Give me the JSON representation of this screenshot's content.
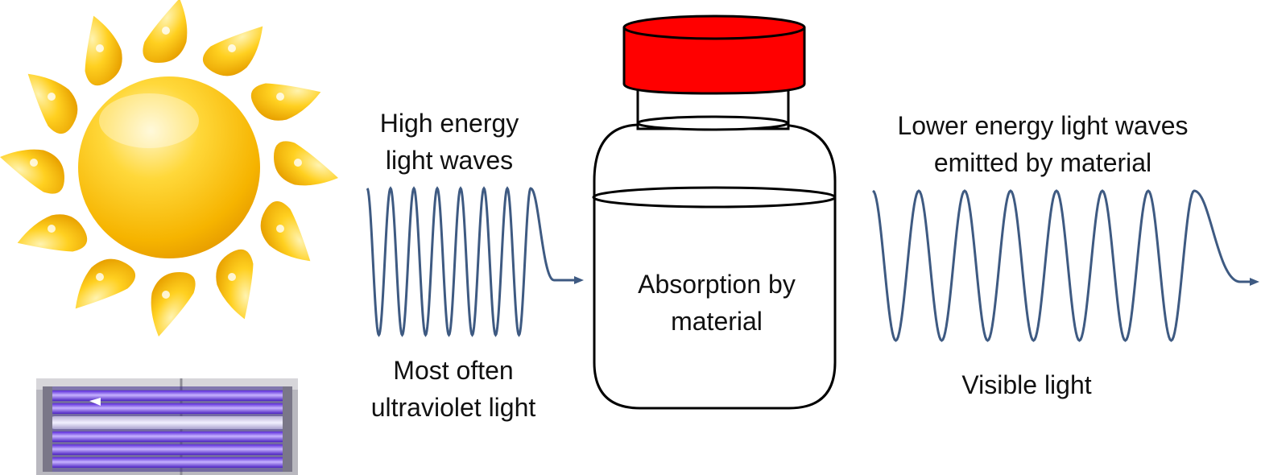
{
  "incoming": {
    "label_top": [
      "High energy",
      "light waves"
    ],
    "label_bottom": [
      "Most often",
      "ultraviolet light"
    ]
  },
  "jar": {
    "label": [
      "Absorption by",
      "material"
    ]
  },
  "outgoing": {
    "label_top": [
      "Lower energy light waves",
      "emitted by material"
    ],
    "label_bottom": [
      "Visible light"
    ]
  },
  "sources": {
    "sun_icon": "sun-icon",
    "uv_lamp_icon": "uv-lamp-icon"
  },
  "colors": {
    "wave": "#3e5a82",
    "lid": "#ff0000",
    "sun": "#ffc000",
    "uv_glow": "#6a3cf0",
    "text": "#111111"
  }
}
